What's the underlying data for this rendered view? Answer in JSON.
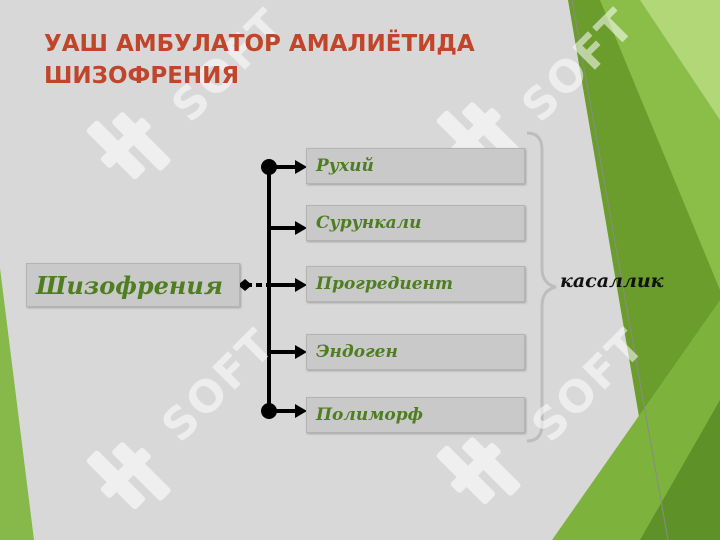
{
  "title": "УАШ АМБУЛАТОР АМАЛИЁТИДА ШИЗОФРЕНИЯ",
  "diagram": {
    "root": "Шизофрения",
    "branches": [
      "Рухий",
      "Сурункали",
      "Прогредиент",
      "Эндоген",
      "Полиморф"
    ],
    "bracket_label": "касаллик"
  },
  "watermark": {
    "text": "SOFT",
    "logo_icon": "fj-logo-icon"
  },
  "colors": {
    "title": "#c0452a",
    "box_text": "#4e7e21",
    "background": "#d8d8d8",
    "accent_green": "#6da833"
  }
}
